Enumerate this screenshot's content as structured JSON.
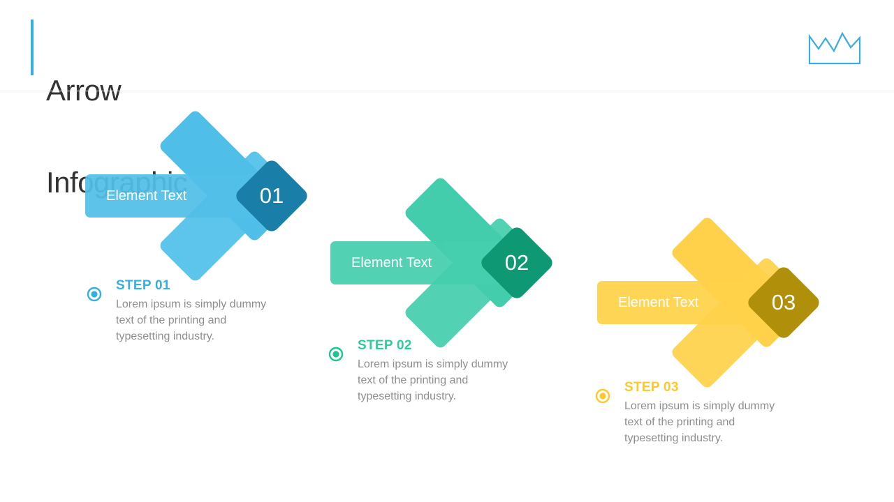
{
  "header": {
    "title_line1": "Arrow",
    "title_line2": "Infographic",
    "accent_color": "#35aee2",
    "logo_name": "crown-logo"
  },
  "steps": [
    {
      "element_label": "Element Text",
      "number": "01",
      "step_title": "STEP 01",
      "description": "Lorem ipsum is simply dummy text of the printing and typesetting industry.",
      "color": "#52bfe8",
      "wing_color": "#4fbfe9",
      "number_color": "#1a7fa8"
    },
    {
      "element_label": "Element Text",
      "number": "02",
      "step_title": "STEP 02",
      "description": "Lorem ipsum is simply dummy text of the printing and typesetting industry.",
      "color": "#45cfae",
      "wing_color": "#44cdac",
      "number_color": "#0e9873"
    },
    {
      "element_label": "Element Text",
      "number": "03",
      "step_title": "STEP 03",
      "description": "Lorem ipsum is simply dummy text of the printing and typesetting industry.",
      "color": "#ffd24a",
      "wing_color": "#ffd14a",
      "number_color": "#b08f0a"
    }
  ],
  "body_text_color": "#8e8e8e"
}
